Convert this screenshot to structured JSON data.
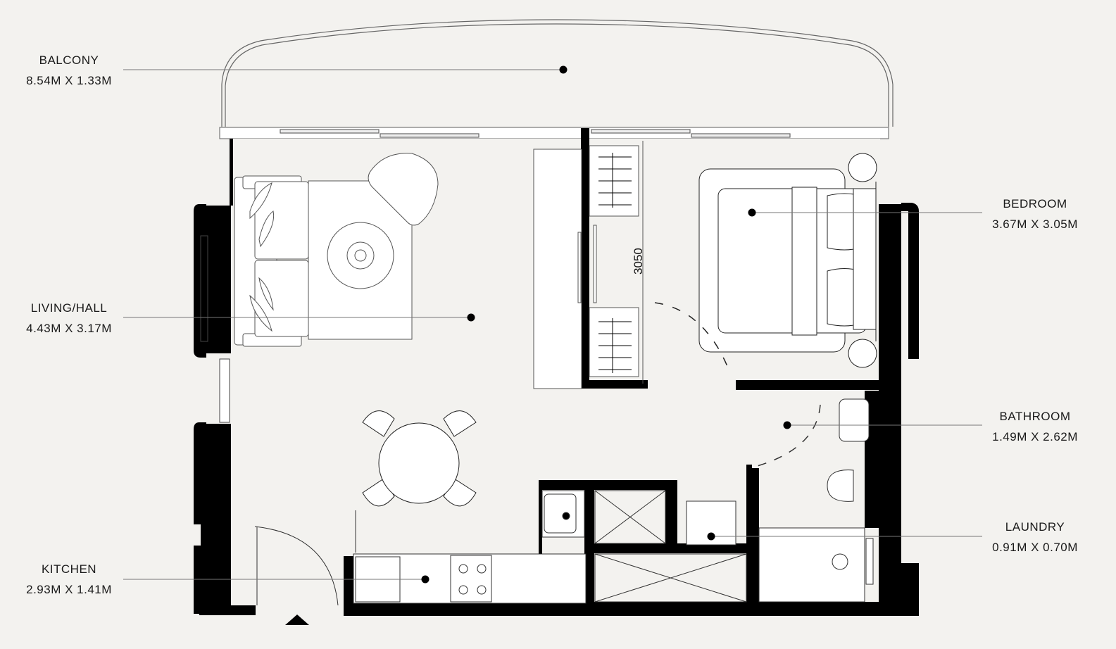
{
  "diagram": {
    "type": "apartment floor plan",
    "background": "#f3f2ef",
    "wall_color": "#000000",
    "line_color": "#555555",
    "dimension_annotation": "3050",
    "rooms": [
      {
        "id": "balcony",
        "name": "BALCONY",
        "dims": "8.54M X 1.33M",
        "side": "left"
      },
      {
        "id": "living",
        "name": "LIVING/HALL",
        "dims": "4.43M X 3.17M",
        "side": "left"
      },
      {
        "id": "kitchen",
        "name": "KITCHEN",
        "dims": "2.93M X 1.41M",
        "side": "left"
      },
      {
        "id": "bedroom",
        "name": "BEDROOM",
        "dims": "3.67M X 3.05M",
        "side": "right"
      },
      {
        "id": "bathroom",
        "name": "BATHROOM",
        "dims": "1.49M X 2.62M",
        "side": "right"
      },
      {
        "id": "laundry",
        "name": "LAUNDRY",
        "dims": "0.91M X 0.70M",
        "side": "right"
      }
    ],
    "furniture": [
      "sofa",
      "armchair",
      "rug",
      "coffee-table",
      "dining-table",
      "dining-chairs",
      "wardrobe",
      "double-bed",
      "nightstands",
      "cooktop",
      "kitchen-sink",
      "bathroom-sink",
      "toilet",
      "shower",
      "washing-machine",
      "laundry-sink",
      "storage-cupboards"
    ],
    "entrance_marker": "entrance-arrow"
  }
}
